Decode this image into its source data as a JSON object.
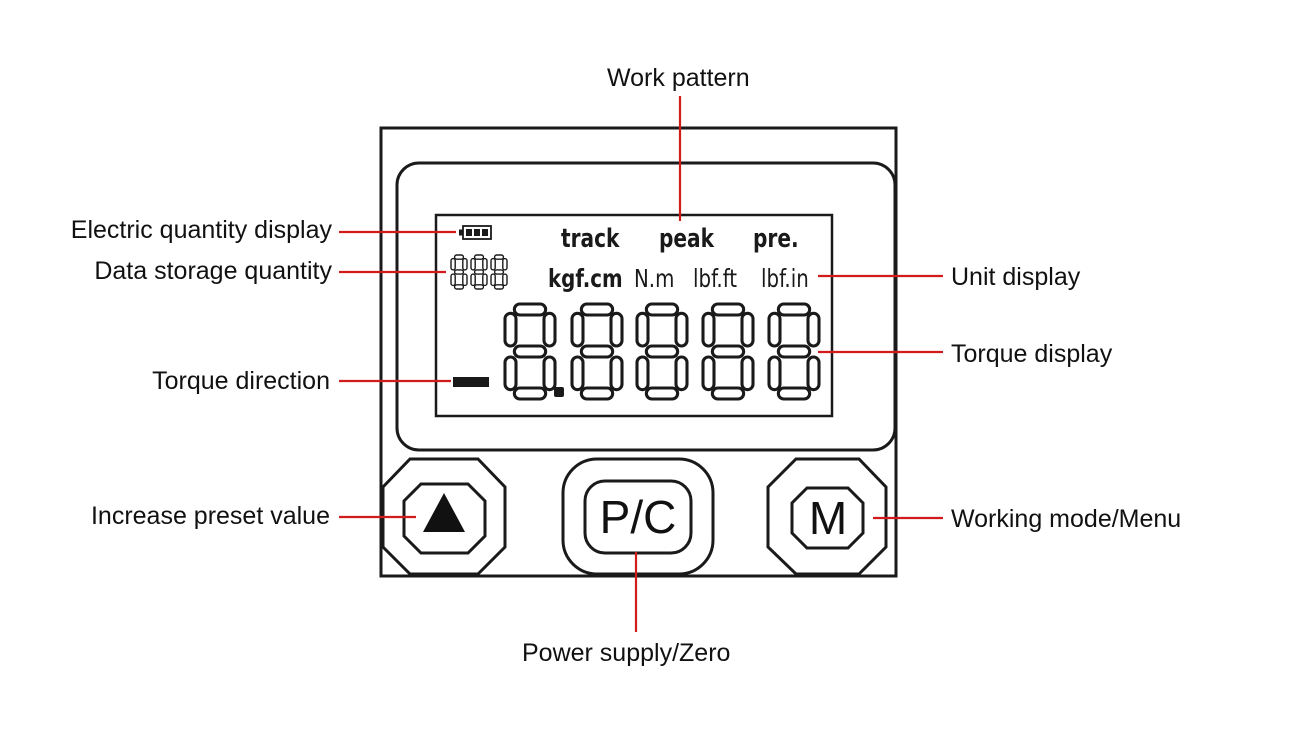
{
  "labels": {
    "work_pattern": "Work pattern",
    "electric_quantity": "Electric quantity display",
    "data_storage": "Data storage quantity",
    "torque_direction": "Torque direction",
    "increase_preset": "Increase preset value",
    "power_supply": "Power supply/Zero",
    "unit_display": "Unit display",
    "torque_display": "Torque display",
    "working_mode": "Working mode/Menu"
  },
  "lcd": {
    "modes": [
      "track",
      "peak",
      "pre."
    ],
    "units": [
      "kgf.cm",
      "N.m",
      "lbf.ft",
      "lbf.in"
    ],
    "storage_digits": "888",
    "main_digits": "-8.8888",
    "battery_icon": "battery-full-icon"
  },
  "buttons": {
    "up": "up-triangle-icon",
    "pc": "P/C",
    "m": "M"
  },
  "colors": {
    "leader": "#d21c1c",
    "outline": "#1a1a1a"
  }
}
